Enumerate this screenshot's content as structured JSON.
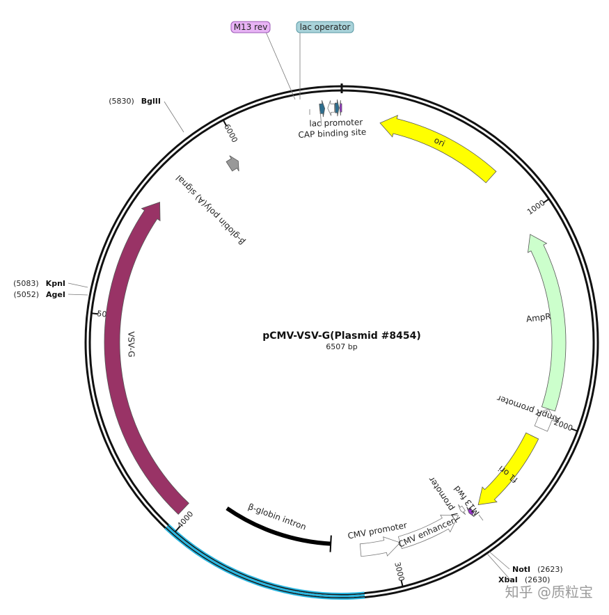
{
  "plasmid": {
    "name": "pCMV-VSV-G(Plasmid #8454)",
    "size_label": "6507 bp",
    "length_bp": 6507
  },
  "ticks": [
    {
      "label": "1000",
      "bp": 1000
    },
    {
      "label": "2000",
      "bp": 2000
    },
    {
      "label": "3000",
      "bp": 3000
    },
    {
      "label": "4000",
      "bp": 4000
    },
    {
      "label": "5000",
      "bp": 5000
    },
    {
      "label": "6000",
      "bp": 6000
    }
  ],
  "features": [
    {
      "id": "ori",
      "label": "ori",
      "start": 179,
      "end": 761,
      "direction": "reverse",
      "color": "#ffff00"
    },
    {
      "id": "ampr",
      "label": "AmpR",
      "start": 1088,
      "end": 1950,
      "direction": "reverse",
      "color": "#ccffcc"
    },
    {
      "id": "ampr-promoter",
      "label": "AmpR promoter",
      "start": 1950,
      "end": 2050,
      "direction": "reverse",
      "color": "#ffffff"
    },
    {
      "id": "f1-ori",
      "label": "f1 ori",
      "start": 2100,
      "end": 2530,
      "direction": "forward",
      "color": "#ffff00"
    },
    {
      "id": "m13-fwd",
      "label": "M13 fwd",
      "start": 2570,
      "end": 2590,
      "direction": "forward",
      "color": "#9933cc"
    },
    {
      "id": "t7-promoter",
      "label": "T7 promoter",
      "start": 2598,
      "end": 2617,
      "direction": "forward",
      "color": "#ffffff"
    },
    {
      "id": "cmv-enhancer",
      "label": "CMV enhancer",
      "start": 2640,
      "end": 2960,
      "direction": "reverse",
      "color": "#ffffff"
    },
    {
      "id": "cmv-promoter",
      "label": "CMV promoter",
      "start": 2960,
      "end": 3160,
      "direction": "reverse",
      "color": "#ffffff"
    },
    {
      "id": "beta-globin-intron",
      "label": "β-globin intron",
      "start": 3310,
      "end": 3880,
      "direction": "forward",
      "color": "#000000"
    },
    {
      "id": "vsv-g",
      "label": "VSV-G",
      "start": 4040,
      "end": 5560,
      "direction": "forward",
      "color": "#993366"
    },
    {
      "id": "beta-globin-polya",
      "label": "β-globin poly(A) signal",
      "start": 5918,
      "end": 5970,
      "direction": "forward",
      "color": "#999999"
    },
    {
      "id": "cap-binding-site",
      "label": "CAP binding site",
      "start": 6410,
      "end": 6432,
      "direction": "forward",
      "color": "#2e6e8e"
    },
    {
      "id": "lac-promoter",
      "label": "lac promoter",
      "start": 6445,
      "end": 6475,
      "direction": "reverse",
      "color": "#ffffff"
    },
    {
      "id": "lac-operator",
      "label": "lac operator",
      "start": 6478,
      "end": 6495,
      "direction": "forward",
      "color": "#2e6e8e"
    },
    {
      "id": "m13-rev",
      "label": "M13 rev",
      "start": 6498,
      "end": 6507,
      "direction": "reverse",
      "color": "#9933cc"
    }
  ],
  "outer_arc": {
    "label": "",
    "start": 3160,
    "end": 4040,
    "color": "#29b6e0"
  },
  "sites": [
    {
      "name": "NotI",
      "position": "(2623)"
    },
    {
      "name": "XbaI",
      "position": "(2630)"
    },
    {
      "name": "AgeI",
      "position": "(5052)"
    },
    {
      "name": "KpnI",
      "position": "(5083)"
    },
    {
      "name": "BglII",
      "position": "(5830)"
    }
  ],
  "tags": [
    {
      "label": "M13 rev",
      "color": "#e8b4f5",
      "border": "#9b59b6"
    },
    {
      "label": "lac operator",
      "color": "#a9d3da",
      "border": "#5b9aa5"
    }
  ],
  "watermark": "知乎 @质粒宝"
}
